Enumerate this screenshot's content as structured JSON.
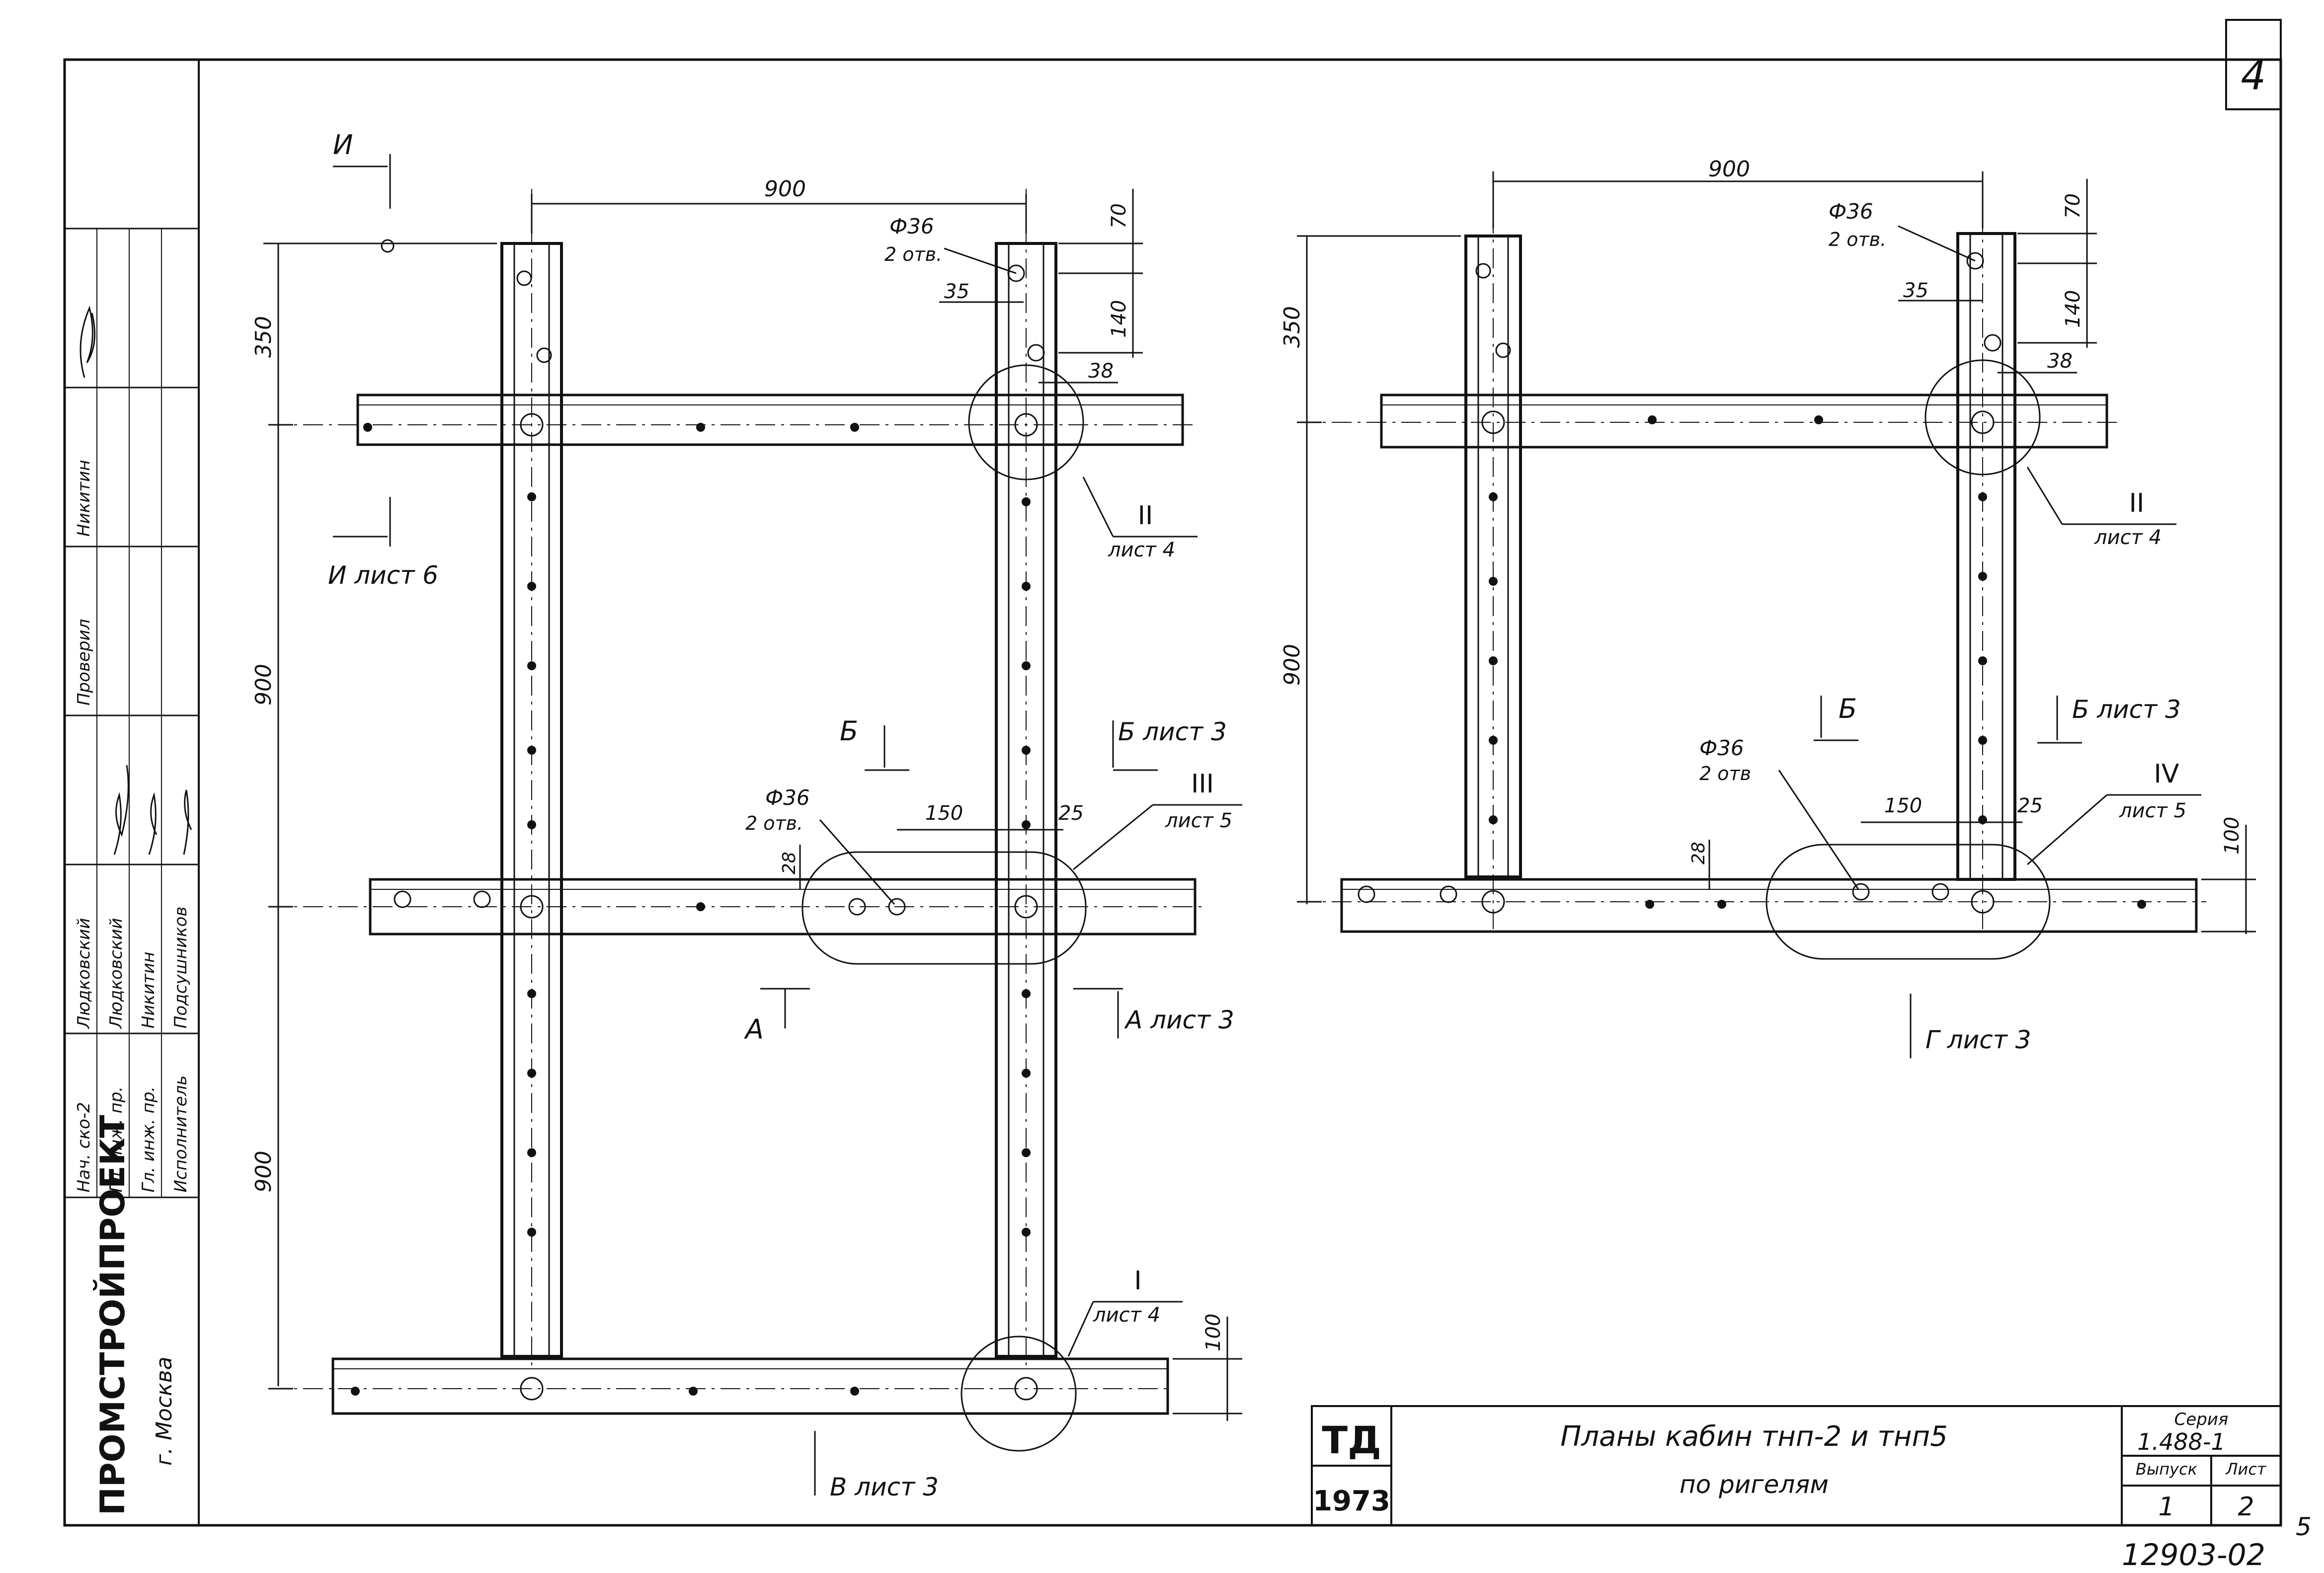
{
  "sheet": {
    "sheet_number": "4",
    "doc_code": "12903-02",
    "page_number": "5"
  },
  "title_block": {
    "mark": "ТД",
    "year": "1973",
    "title_line1": "Планы кабин тнп-2 и тнп5",
    "title_line2": "по ригелям",
    "series_label": "Серия",
    "series_value": "1.488-1",
    "issue_label": "Выпуск",
    "issue_value": "1",
    "sheet_label": "Лист",
    "sheet_value": "2"
  },
  "side_stamp": {
    "org": "ПРОМСТРОЙПРОЕКТ",
    "city": "г. Москва",
    "roles": [
      "Нач. ско-2",
      "Гл. инж. пр.",
      "Гл. инж. пр.",
      "Исполнитель"
    ],
    "names": [
      "Людковский",
      "Людковский",
      "Никитин",
      "Подсушников"
    ],
    "checked_label": "Проверил",
    "checked_name": "Никитин"
  },
  "left_plan": {
    "dim_top": "900",
    "dim_350": "350",
    "dim_900_mid": "900",
    "dim_900_low": "900",
    "dim_70": "70",
    "dim_140": "140",
    "dim_35": "35",
    "dim_38": "38",
    "hole_top": "Ф36",
    "hole_top_count": "2 отв.",
    "hole_mid": "Ф36",
    "hole_mid_count": "2 отв.",
    "dim_150": "150",
    "dim_25": "25",
    "dim_28": "28",
    "dim_100": "100",
    "sec_I_top": "И",
    "sec_I_bottom": "И лист 6",
    "sec_B_left": "Б",
    "sec_B_right": "Б лист 3",
    "sec_A_left": "А",
    "sec_A_right": "А лист 3",
    "sec_V": "В лист 3",
    "node_II": "II",
    "node_II_sheet": "лист 4",
    "node_III": "III",
    "node_III_sheet": "лист 5",
    "node_I": "I",
    "node_I_sheet": "лист 4"
  },
  "right_plan": {
    "dim_top": "900",
    "dim_350": "350",
    "dim_900": "900",
    "dim_70": "70",
    "dim_140": "140",
    "dim_35": "35",
    "dim_38": "38",
    "hole_top": "Ф36",
    "hole_top_count": "2 отв.",
    "hole_mid": "Ф36",
    "hole_mid_count": "2 отв",
    "dim_150": "150",
    "dim_25": "25",
    "dim_28": "28",
    "dim_100": "100",
    "sec_B_left": "Б",
    "sec_B_right": "Б лист 3",
    "sec_G": "Г лист 3",
    "node_II": "II",
    "node_II_sheet": "лист 4",
    "node_IV": "IV",
    "node_IV_sheet": "лист 5"
  }
}
